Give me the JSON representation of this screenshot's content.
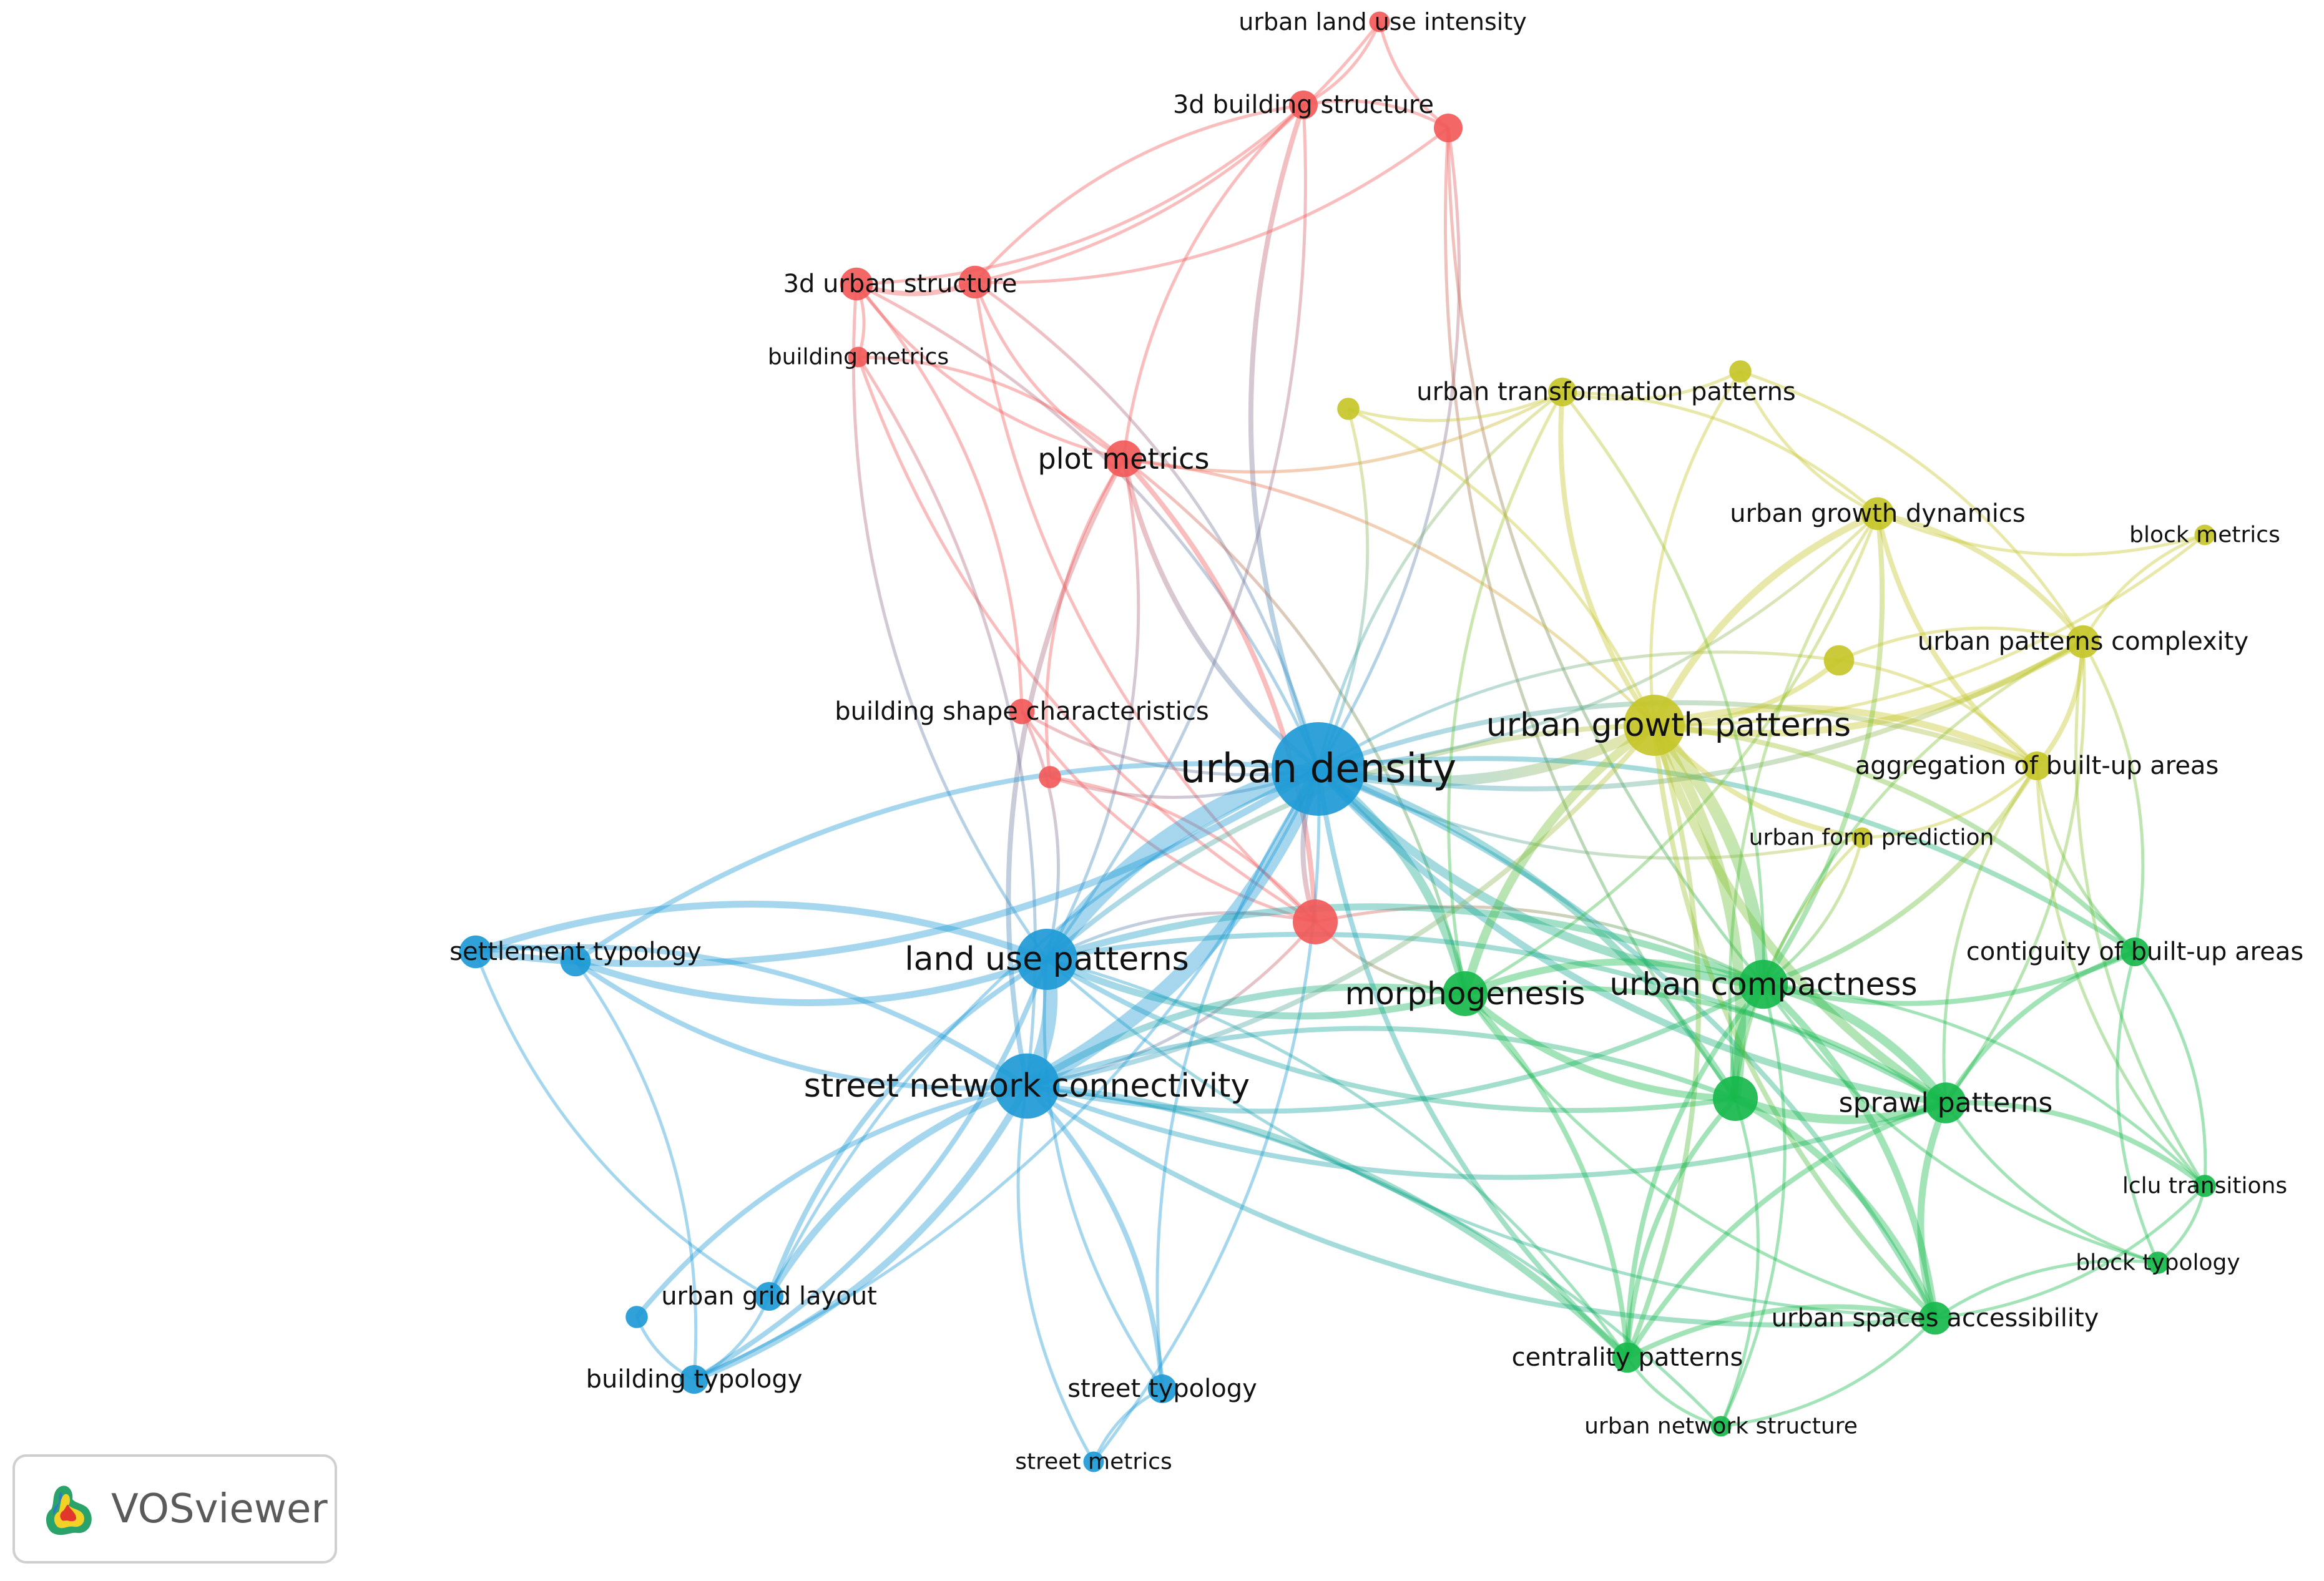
{
  "logo": {
    "text": "VOSviewer"
  },
  "clusters": {
    "red": "#f25a5a",
    "blue": "#1e9ad6",
    "green": "#17b94c",
    "yellow": "#c6c629"
  },
  "nodes": [
    {
      "id": "uli",
      "label": "urban land use intensity",
      "cluster": "red",
      "w": 1
    },
    {
      "id": "b3d",
      "label": "3d building structure",
      "cluster": "red",
      "w": 2
    },
    {
      "id": "r3",
      "label": "",
      "cluster": "red",
      "w": 2
    },
    {
      "id": "u3d",
      "label": "3d urban structure",
      "cluster": "red",
      "w": 2.5
    },
    {
      "id": "r5",
      "label": "",
      "cluster": "red",
      "w": 2.5
    },
    {
      "id": "bm",
      "label": "building metrics",
      "cluster": "red",
      "w": 1
    },
    {
      "id": "pm",
      "label": "plot metrics",
      "cluster": "red",
      "w": 3
    },
    {
      "id": "bsc",
      "label": "building shape characteristics",
      "cluster": "red",
      "w": 1.6
    },
    {
      "id": "r9",
      "label": "",
      "cluster": "red",
      "w": 1.2
    },
    {
      "id": "r10",
      "label": "",
      "cluster": "red",
      "w": 4
    },
    {
      "id": "ud",
      "label": "urban density",
      "cluster": "blue",
      "w": 10
    },
    {
      "id": "lup",
      "label": "land use patterns",
      "cluster": "blue",
      "w": 6
    },
    {
      "id": "snc",
      "label": "street network connectivity",
      "cluster": "blue",
      "w": 6.5
    },
    {
      "id": "st",
      "label": "settlement typology",
      "cluster": "blue",
      "w": 2.5
    },
    {
      "id": "b5",
      "label": "",
      "cluster": "blue",
      "w": 2.2
    },
    {
      "id": "ugl",
      "label": "urban grid layout",
      "cluster": "blue",
      "w": 2
    },
    {
      "id": "b7",
      "label": "",
      "cluster": "blue",
      "w": 1.2
    },
    {
      "id": "bt",
      "label": "building typology",
      "cluster": "blue",
      "w": 2
    },
    {
      "id": "sty",
      "label": "street typology",
      "cluster": "blue",
      "w": 2
    },
    {
      "id": "sm",
      "label": "street metrics",
      "cluster": "blue",
      "w": 1
    },
    {
      "id": "ugp",
      "label": "urban growth patterns",
      "cluster": "yellow",
      "w": 6
    },
    {
      "id": "utp",
      "label": "urban transformation patterns",
      "cluster": "yellow",
      "w": 2
    },
    {
      "id": "y3",
      "label": "",
      "cluster": "yellow",
      "w": 1.2
    },
    {
      "id": "y4",
      "label": "",
      "cluster": "yellow",
      "w": 1.2
    },
    {
      "id": "ugd",
      "label": "urban growth dynamics",
      "cluster": "yellow",
      "w": 2.5
    },
    {
      "id": "bme",
      "label": "block metrics",
      "cluster": "yellow",
      "w": 1
    },
    {
      "id": "upc",
      "label": "urban patterns complexity",
      "cluster": "yellow",
      "w": 2.5
    },
    {
      "id": "y8",
      "label": "",
      "cluster": "yellow",
      "w": 2.2
    },
    {
      "id": "abu",
      "label": "aggregation of built-up areas",
      "cluster": "yellow",
      "w": 2
    },
    {
      "id": "ufp",
      "label": "urban form prediction",
      "cluster": "yellow",
      "w": 1
    },
    {
      "id": "mor",
      "label": "morphogenesis",
      "cluster": "green",
      "w": 4
    },
    {
      "id": "uc",
      "label": "urban compactness",
      "cluster": "green",
      "w": 4.5
    },
    {
      "id": "g3",
      "label": "",
      "cluster": "green",
      "w": 4
    },
    {
      "id": "sp",
      "label": "sprawl patterns",
      "cluster": "green",
      "w": 3.5
    },
    {
      "id": "cbu",
      "label": "contiguity of built-up areas",
      "cluster": "green",
      "w": 2
    },
    {
      "id": "lt",
      "label": "lclu transitions",
      "cluster": "green",
      "w": 1.2
    },
    {
      "id": "bty",
      "label": "block typology",
      "cluster": "green",
      "w": 1.2
    },
    {
      "id": "usa",
      "label": "urban spaces accessibility",
      "cluster": "green",
      "w": 2.5
    },
    {
      "id": "cp",
      "label": "centrality patterns",
      "cluster": "green",
      "w": 2.2
    },
    {
      "id": "uns",
      "label": "urban network structure",
      "cluster": "green",
      "w": 1
    }
  ],
  "links": [
    [
      "uli",
      "b3d",
      1
    ],
    [
      "uli",
      "r3",
      1
    ],
    [
      "b3d",
      "r3",
      1
    ],
    [
      "b3d",
      "r5",
      1
    ],
    [
      "b3d",
      "u3d",
      1
    ],
    [
      "b3d",
      "ud",
      2
    ],
    [
      "b3d",
      "lup",
      1
    ],
    [
      "b3d",
      "pm",
      1
    ],
    [
      "r3",
      "ud",
      1
    ],
    [
      "r3",
      "uc",
      1
    ],
    [
      "r3",
      "r5",
      1
    ],
    [
      "r3",
      "g3",
      1
    ],
    [
      "uli",
      "r5",
      1
    ],
    [
      "u3d",
      "r5",
      2
    ],
    [
      "u3d",
      "bm",
      1
    ],
    [
      "u3d",
      "pm",
      1
    ],
    [
      "u3d",
      "ud",
      1
    ],
    [
      "u3d",
      "lup",
      1
    ],
    [
      "u3d",
      "bsc",
      1
    ],
    [
      "r5",
      "pm",
      1
    ],
    [
      "r5",
      "ud",
      1
    ],
    [
      "r5",
      "r10",
      1
    ],
    [
      "bm",
      "pm",
      1
    ],
    [
      "bm",
      "r10",
      1
    ],
    [
      "bm",
      "snc",
      1
    ],
    [
      "pm",
      "ud",
      2
    ],
    [
      "pm",
      "lup",
      1
    ],
    [
      "pm",
      "snc",
      2
    ],
    [
      "pm",
      "r10",
      2
    ],
    [
      "pm",
      "r9",
      1
    ],
    [
      "pm",
      "mor",
      1
    ],
    [
      "pm",
      "utp",
      1
    ],
    [
      "pm",
      "ugp",
      1
    ],
    [
      "bsc",
      "ud",
      1
    ],
    [
      "bsc",
      "lup",
      1
    ],
    [
      "bsc",
      "r10",
      1
    ],
    [
      "r9",
      "r10",
      1
    ],
    [
      "r9",
      "ud",
      1
    ],
    [
      "r10",
      "ud",
      2
    ],
    [
      "r10",
      "mor",
      1
    ],
    [
      "r10",
      "snc",
      1
    ],
    [
      "r10",
      "lup",
      1
    ],
    [
      "r10",
      "uc",
      1
    ],
    [
      "ud",
      "lup",
      9
    ],
    [
      "ud",
      "snc",
      8
    ],
    [
      "ud",
      "ugp",
      5
    ],
    [
      "ud",
      "mor",
      4
    ],
    [
      "ud",
      "uc",
      4
    ],
    [
      "ud",
      "g3",
      3
    ],
    [
      "ud",
      "sp",
      3
    ],
    [
      "ud",
      "st",
      3
    ],
    [
      "ud",
      "b5",
      2
    ],
    [
      "ud",
      "cbu",
      2
    ],
    [
      "ud",
      "upc",
      2
    ],
    [
      "ud",
      "abu",
      2
    ],
    [
      "ud",
      "ufp",
      1
    ],
    [
      "ud",
      "utp",
      1
    ],
    [
      "ud",
      "ugd",
      1
    ],
    [
      "ud",
      "y8",
      1
    ],
    [
      "ud",
      "cp",
      2
    ],
    [
      "ud",
      "usa",
      2
    ],
    [
      "ud",
      "ugl",
      1
    ],
    [
      "ud",
      "bt",
      1
    ],
    [
      "ud",
      "sty",
      1
    ],
    [
      "ud",
      "sm",
      1
    ],
    [
      "ud",
      "y3",
      1
    ],
    [
      "lup",
      "snc",
      7
    ],
    [
      "lup",
      "st",
      3
    ],
    [
      "lup",
      "b5",
      3
    ],
    [
      "lup",
      "mor",
      3
    ],
    [
      "lup",
      "uc",
      3
    ],
    [
      "lup",
      "g3",
      2
    ],
    [
      "lup",
      "sp",
      2
    ],
    [
      "lup",
      "ugl",
      2
    ],
    [
      "lup",
      "bt",
      2
    ],
    [
      "lup",
      "sty",
      1
    ],
    [
      "lup",
      "ugp",
      2
    ],
    [
      "lup",
      "usa",
      1
    ],
    [
      "lup",
      "cp",
      1
    ],
    [
      "snc",
      "st",
      2
    ],
    [
      "snc",
      "b5",
      2
    ],
    [
      "snc",
      "ugl",
      3
    ],
    [
      "snc",
      "bt",
      3
    ],
    [
      "snc",
      "b7",
      2
    ],
    [
      "snc",
      "sty",
      2
    ],
    [
      "snc",
      "sm",
      1
    ],
    [
      "snc",
      "mor",
      3
    ],
    [
      "snc",
      "uc",
      2
    ],
    [
      "snc",
      "g3",
      2
    ],
    [
      "snc",
      "sp",
      2
    ],
    [
      "snc",
      "cp",
      3
    ],
    [
      "snc",
      "usa",
      2
    ],
    [
      "snc",
      "uns",
      1
    ],
    [
      "snc",
      "ugp",
      2
    ],
    [
      "st",
      "b5",
      2
    ],
    [
      "st",
      "ugl",
      1
    ],
    [
      "b5",
      "bt",
      1
    ],
    [
      "b7",
      "bt",
      1
    ],
    [
      "ugl",
      "bt",
      1
    ],
    [
      "sty",
      "sm",
      1
    ],
    [
      "ugp",
      "uc",
      6
    ],
    [
      "ugp",
      "mor",
      4
    ],
    [
      "ugp",
      "g3",
      5
    ],
    [
      "ugp",
      "sp",
      4
    ],
    [
      "ugp",
      "ugd",
      3
    ],
    [
      "ugp",
      "upc",
      3
    ],
    [
      "ugp",
      "abu",
      3
    ],
    [
      "ugp",
      "y8",
      2
    ],
    [
      "ugp",
      "utp",
      2
    ],
    [
      "ugp",
      "ufp",
      2
    ],
    [
      "ugp",
      "cbu",
      2
    ],
    [
      "ugp",
      "usa",
      2
    ],
    [
      "ugp",
      "cp",
      2
    ],
    [
      "ugp",
      "y3",
      1
    ],
    [
      "ugp",
      "y4",
      1
    ],
    [
      "ugp",
      "bme",
      1
    ],
    [
      "utp",
      "y3",
      1
    ],
    [
      "utp",
      "y4",
      1
    ],
    [
      "utp",
      "ugd",
      1
    ],
    [
      "utp",
      "mor",
      1
    ],
    [
      "utp",
      "uc",
      1
    ],
    [
      "y4",
      "ugd",
      1
    ],
    [
      "y4",
      "upc",
      1
    ],
    [
      "ugd",
      "bme",
      1
    ],
    [
      "ugd",
      "upc",
      2
    ],
    [
      "ugd",
      "abu",
      2
    ],
    [
      "ugd",
      "uc",
      2
    ],
    [
      "ugd",
      "g3",
      1
    ],
    [
      "ugd",
      "mor",
      1
    ],
    [
      "bme",
      "upc",
      1
    ],
    [
      "upc",
      "abu",
      2
    ],
    [
      "upc",
      "y8",
      1
    ],
    [
      "upc",
      "cbu",
      1
    ],
    [
      "upc",
      "uc",
      1
    ],
    [
      "upc",
      "sp",
      1
    ],
    [
      "upc",
      "lt",
      1
    ],
    [
      "y8",
      "abu",
      1
    ],
    [
      "abu",
      "cbu",
      1
    ],
    [
      "abu",
      "uc",
      2
    ],
    [
      "abu",
      "sp",
      1
    ],
    [
      "abu",
      "ufp",
      1
    ],
    [
      "abu",
      "lt",
      1
    ],
    [
      "ufp",
      "uc",
      1
    ],
    [
      "ufp",
      "g3",
      1
    ],
    [
      "mor",
      "uc",
      3
    ],
    [
      "mor",
      "g3",
      3
    ],
    [
      "mor",
      "sp",
      2
    ],
    [
      "mor",
      "usa",
      1
    ],
    [
      "mor",
      "cp",
      2
    ],
    [
      "uc",
      "g3",
      4
    ],
    [
      "uc",
      "sp",
      4
    ],
    [
      "uc",
      "cbu",
      2
    ],
    [
      "uc",
      "usa",
      3
    ],
    [
      "uc",
      "cp",
      2
    ],
    [
      "uc",
      "lt",
      1
    ],
    [
      "uc",
      "bty",
      1
    ],
    [
      "uc",
      "uns",
      1
    ],
    [
      "g3",
      "sp",
      4
    ],
    [
      "g3",
      "usa",
      3
    ],
    [
      "g3",
      "cp",
      2
    ],
    [
      "g3",
      "uns",
      1
    ],
    [
      "sp",
      "usa",
      3
    ],
    [
      "sp",
      "lt",
      2
    ],
    [
      "sp",
      "bty",
      1
    ],
    [
      "sp",
      "cbu",
      2
    ],
    [
      "sp",
      "cp",
      2
    ],
    [
      "cbu",
      "lt",
      1
    ],
    [
      "cbu",
      "bty",
      1
    ],
    [
      "usa",
      "bty",
      1
    ],
    [
      "usa",
      "cp",
      2
    ],
    [
      "usa",
      "uns",
      1
    ],
    [
      "usa",
      "lt",
      1
    ],
    [
      "lt",
      "bty",
      1
    ],
    [
      "cp",
      "uns",
      1
    ]
  ]
}
